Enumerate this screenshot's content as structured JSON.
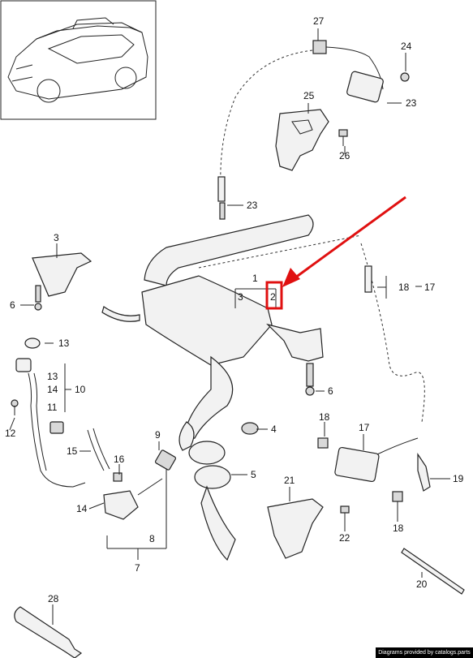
{
  "callouts": {
    "c1": "1",
    "c2": "2",
    "c3": "3",
    "c3b": "3",
    "c4": "4",
    "c5": "5",
    "c6a": "6",
    "c6b": "6",
    "c7": "7",
    "c8": "8",
    "c9": "9",
    "c10": "10",
    "c11": "11",
    "c12": "12",
    "c13a": "13",
    "c13b": "13",
    "c14a": "14",
    "c14b": "14",
    "c15": "15",
    "c16": "16",
    "c17a": "17",
    "c17b": "17",
    "c18a": "18",
    "c18b": "18",
    "c18c": "18",
    "c19": "19",
    "c20": "20",
    "c21": "21",
    "c22": "22",
    "c23a": "23",
    "c23b": "23",
    "c24": "24",
    "c25": "25",
    "c26": "26",
    "c27": "27",
    "c28": "28"
  },
  "highlight": {
    "color": "#e01010"
  },
  "footer": {
    "credit": "Diagrams provided by catalogs.parts"
  }
}
